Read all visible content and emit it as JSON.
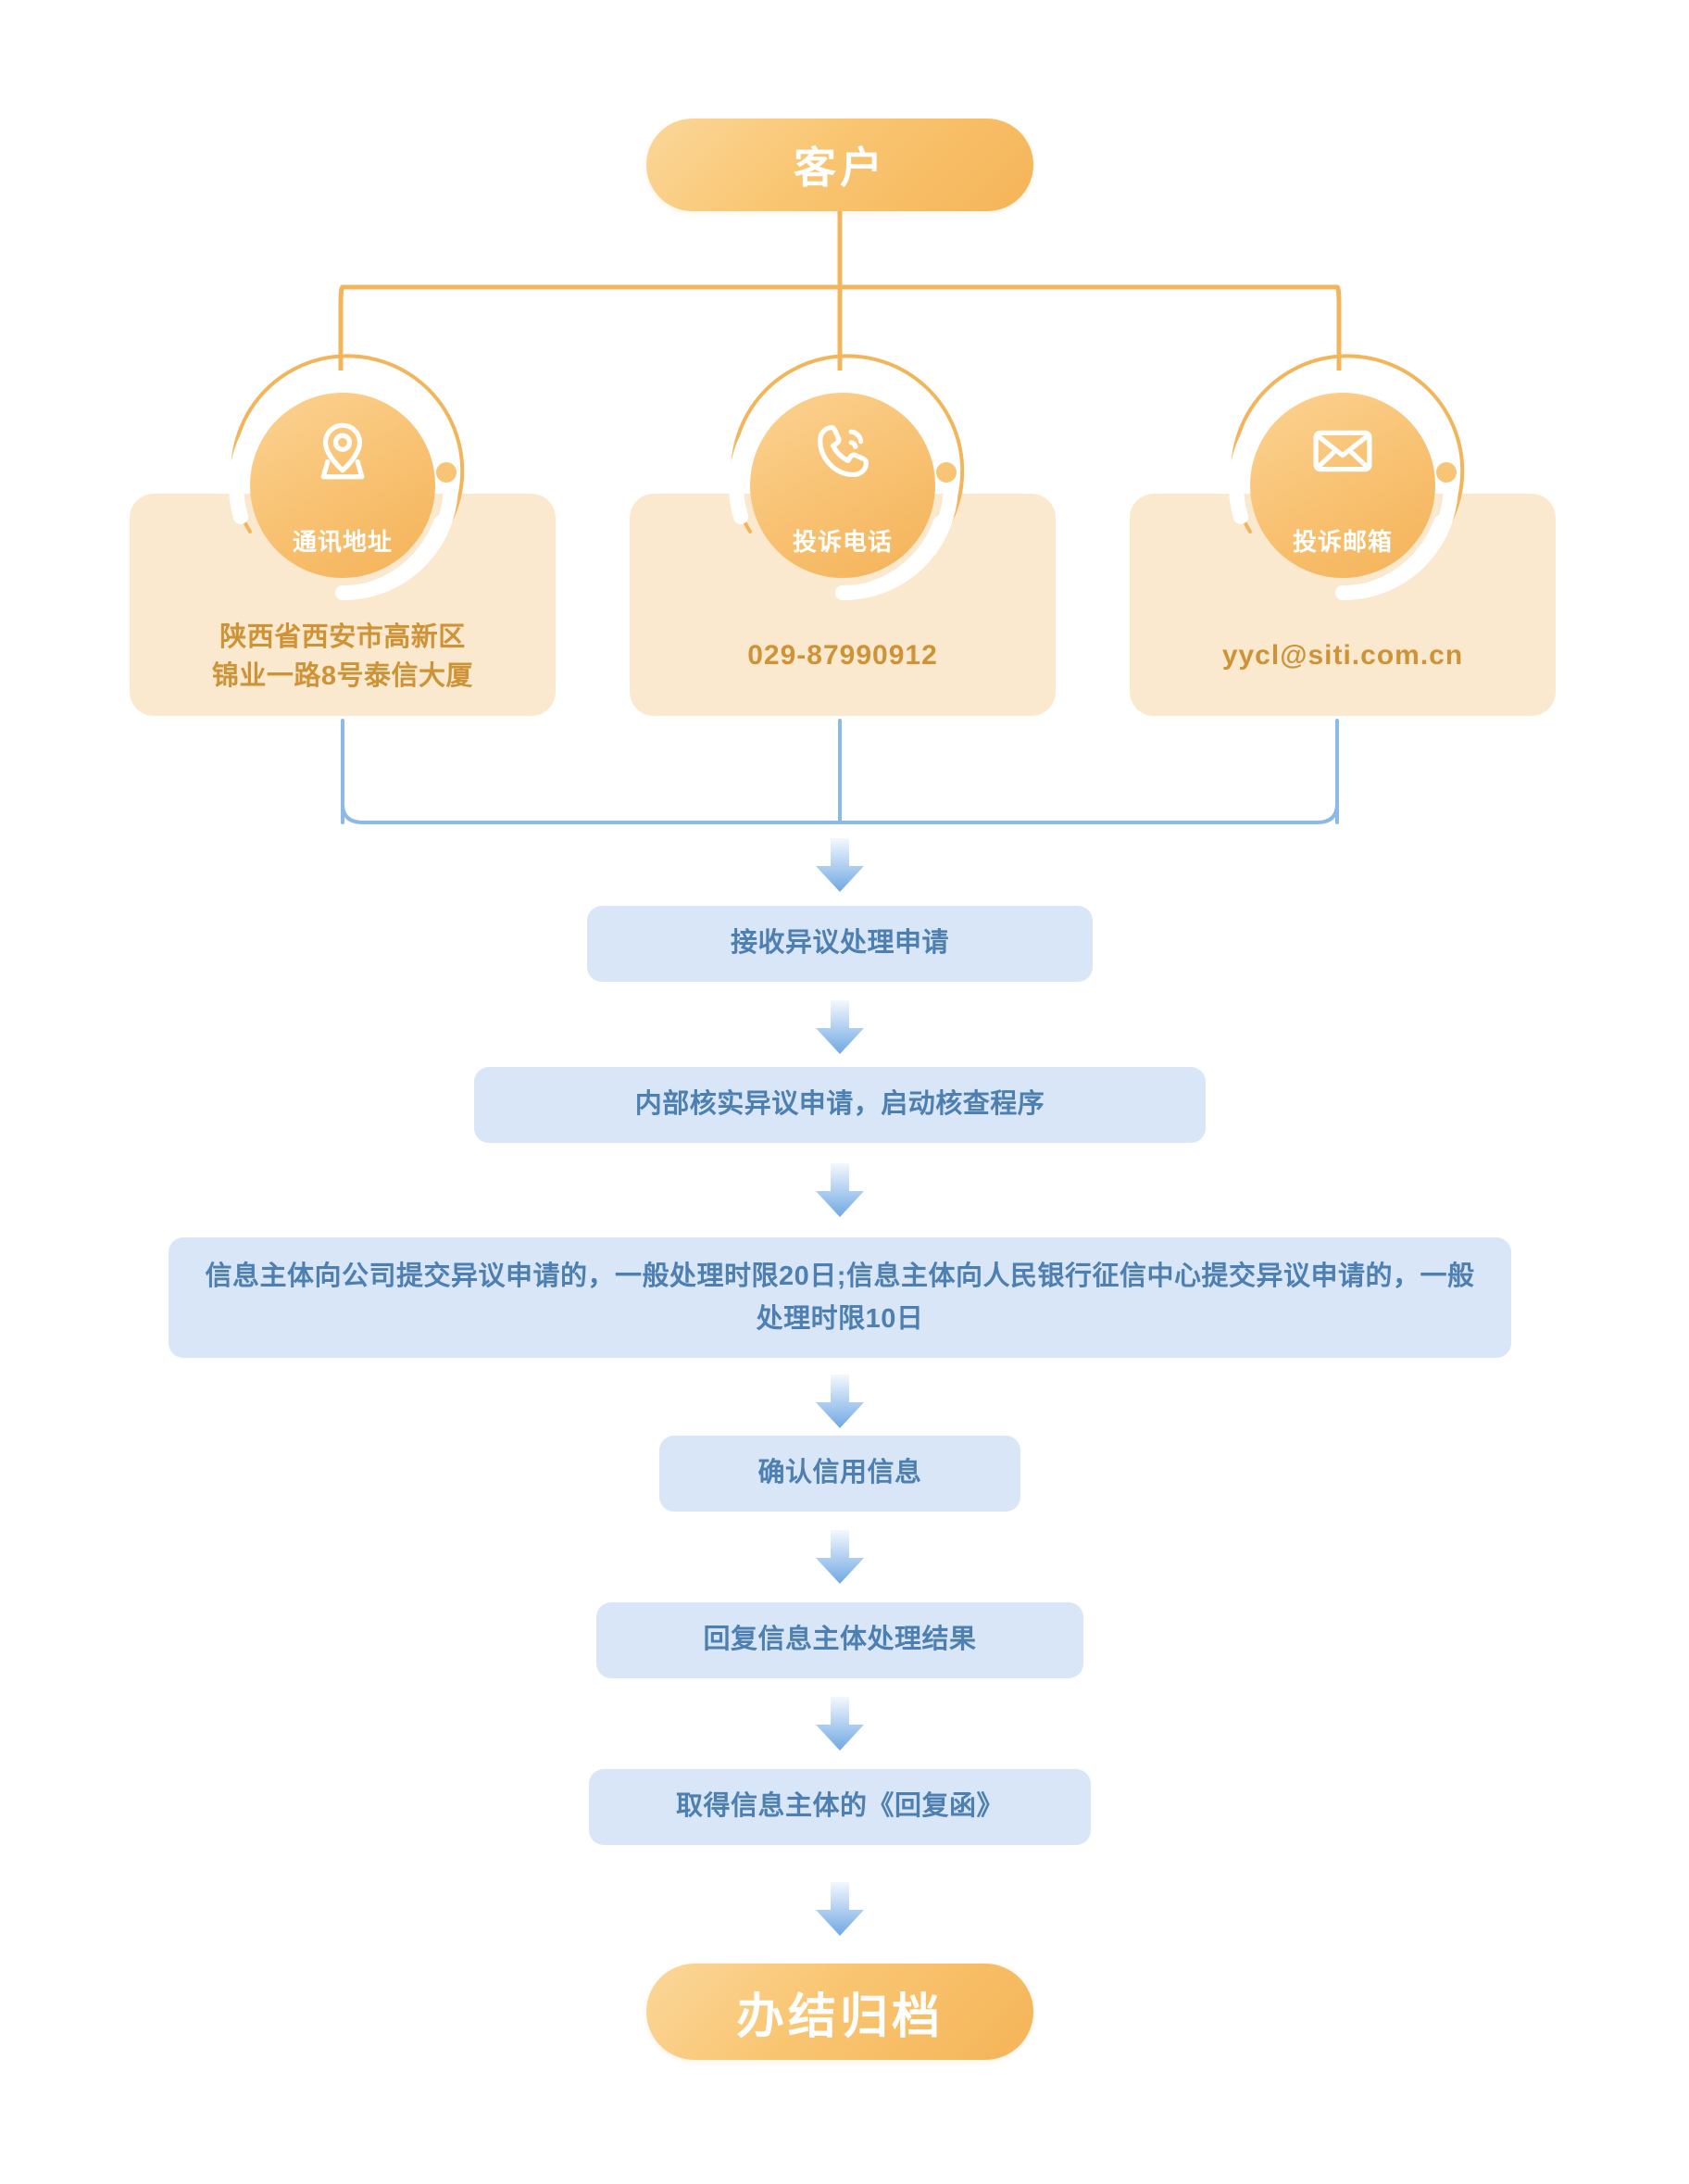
{
  "diagram": {
    "title_node": {
      "label": "客户",
      "name": "customer"
    },
    "end_node": {
      "label": "办结归档",
      "name": "completed-archived"
    },
    "colors": {
      "orange_accent": "#f5b458",
      "orange_light": "#fbd79a",
      "card_bg": "#fbe9cf",
      "card_text": "#cf9337",
      "process_bg": "#d8e6f8",
      "process_text": "#4d7fb0",
      "connector_orange": "#f3b55b",
      "connector_blue": "#8cb9e8"
    },
    "channels": [
      {
        "icon": "location-pin-icon",
        "label": "通讯地址",
        "lines": [
          "陕西省西安市高新区",
          "锦业一路8号泰信大厦"
        ],
        "mono": false
      },
      {
        "icon": "phone-call-icon",
        "label": "投诉电话",
        "lines": [
          "029-87990912"
        ],
        "mono": true
      },
      {
        "icon": "envelope-icon",
        "label": "投诉邮箱",
        "lines": [
          "yycl@siti.com.cn"
        ],
        "mono": true
      }
    ],
    "steps": [
      {
        "label": "接收异议处理申请"
      },
      {
        "label": "内部核实异议申请，启动核查程序"
      },
      {
        "label": "信息主体向公司提交异议申请的，一般处理时限20日;信息主体向人民银行征信中心提交异议申请的，一般处理时限10日"
      },
      {
        "label": "确认信用信息"
      },
      {
        "label": "回复信息主体处理结果"
      },
      {
        "label": "取得信息主体的《回复函》"
      }
    ]
  }
}
